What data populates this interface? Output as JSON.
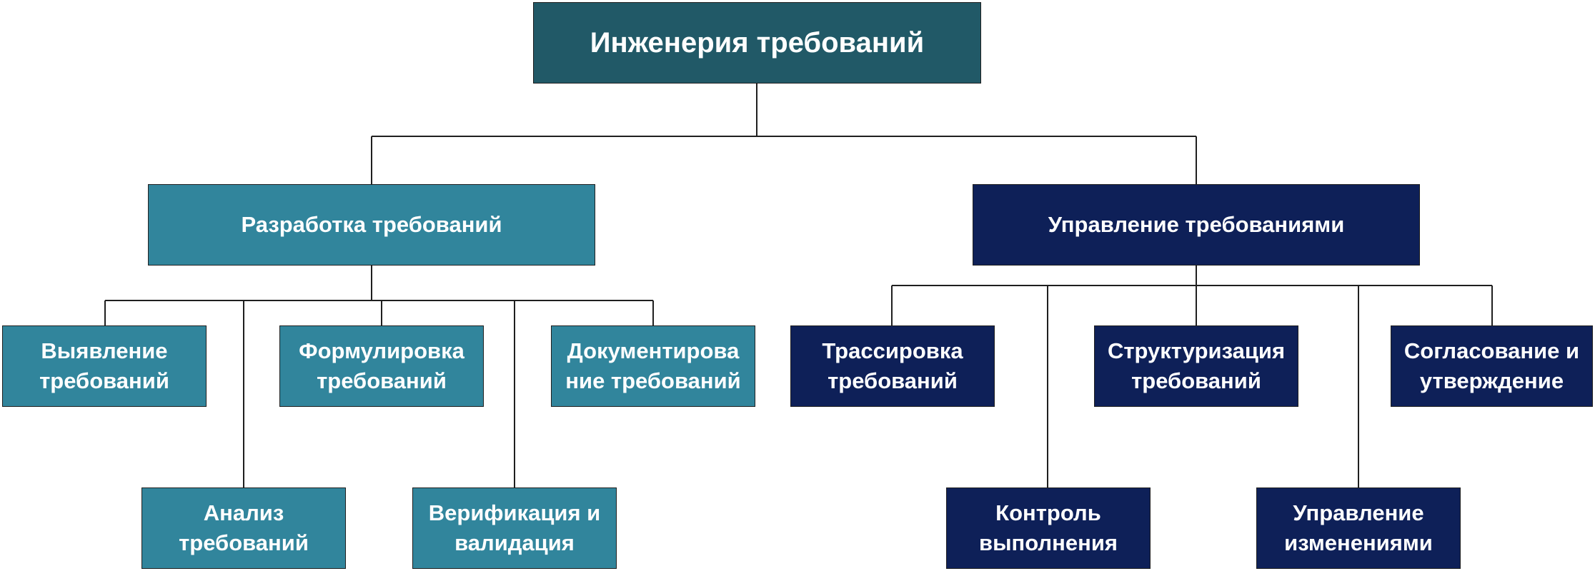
{
  "diagram": {
    "root": {
      "label": "Инженерия требований"
    },
    "development": {
      "label": "Разработка требований",
      "children": [
        {
          "label": "Выявление\nтребований"
        },
        {
          "label": "Анализ\nтребований"
        },
        {
          "label": "Формулировка\nтребований"
        },
        {
          "label": "Верификация и\nвалидация"
        },
        {
          "label": "Документирова\nние требований"
        }
      ]
    },
    "management": {
      "label": "Управление требованиями",
      "children": [
        {
          "label": "Трассировка\nтребований"
        },
        {
          "label": "Контроль\nвыполнения"
        },
        {
          "label": "Структуризация\nтребований"
        },
        {
          "label": "Управление\nизменениями"
        },
        {
          "label": "Согласование и\nутверждение"
        }
      ]
    },
    "colors": {
      "root": "#215967",
      "development": "#31859c",
      "management": "#0e2058",
      "connector": "#1f1f1f"
    }
  }
}
